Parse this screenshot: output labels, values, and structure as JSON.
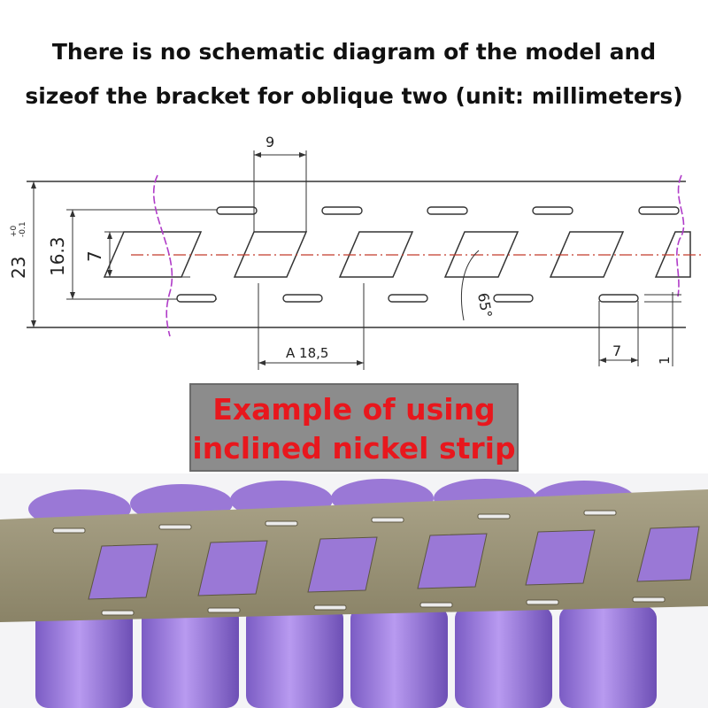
{
  "title": {
    "line1": "There is no schematic diagram of the model and",
    "line2": "sizeof the bracket for oblique two (unit: millimeters)"
  },
  "dimensions": {
    "width": "23",
    "width_tol_upper": "+0",
    "width_tol_lower": "-0.1",
    "inner_height": "16.3",
    "window_height": "7",
    "slot_spacing": "9",
    "pitch": "A 18,5",
    "angle": "65°",
    "slot_length": "7",
    "slot_width": "1"
  },
  "banner": {
    "line1": "Example of using",
    "line2": "inclined nickel strip"
  },
  "colors": {
    "banner_bg": "#8c8c8c",
    "banner_text": "#e8171d",
    "break_line": "#b03cc8",
    "center_line": "#c23a2a",
    "nickel": "#9a9377",
    "cell": "#9a78d6"
  }
}
